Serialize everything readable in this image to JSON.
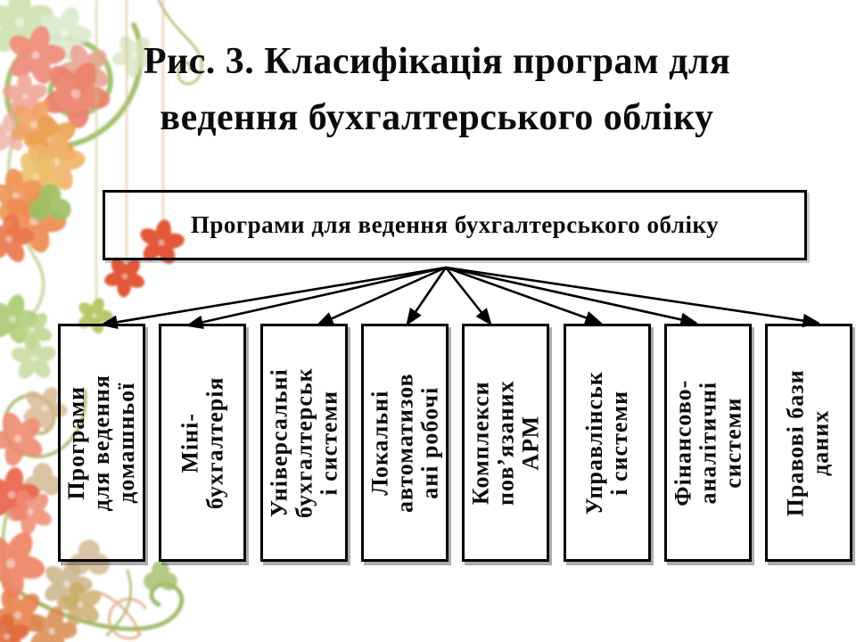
{
  "slide": {
    "title_lines": [
      "Рис. 3. Класифікація програм для",
      "ведення бухгалтерського обліку"
    ]
  },
  "diagram": {
    "root_label": "Програми для ведення бухгалтерського обліку",
    "categories": [
      {
        "lines": [
          "Програми",
          "для ведення",
          "домашньої"
        ]
      },
      {
        "lines": [
          "Міні-",
          "бухгалтерія"
        ]
      },
      {
        "lines": [
          "Універсальні",
          "бухгалтерськ",
          "і системи"
        ]
      },
      {
        "lines": [
          "Локальні",
          "автоматизов",
          "ані робочі"
        ]
      },
      {
        "lines": [
          "Комплекси",
          "пов’язаних",
          "АРМ"
        ]
      },
      {
        "lines": [
          "Управлінськ",
          "і системи"
        ]
      },
      {
        "lines": [
          "Фінансово-",
          "аналітичні",
          "системи"
        ]
      },
      {
        "lines": [
          "Правові бази",
          "даних"
        ]
      }
    ]
  },
  "colors": {
    "text": "#0b0b0b",
    "box_border": "#000000",
    "arrow": "#000000",
    "floral_green": "#8fb14e",
    "floral_olive": "#9aaf5c",
    "floral_coral": "#e8604a",
    "floral_pink": "#ef8f7d",
    "floral_orange": "#eda050",
    "floral_tan": "#d2b183",
    "thread": "#d8b488",
    "thread_flower_red": "#e25838",
    "thread_flower_green": "#b7c96a"
  }
}
